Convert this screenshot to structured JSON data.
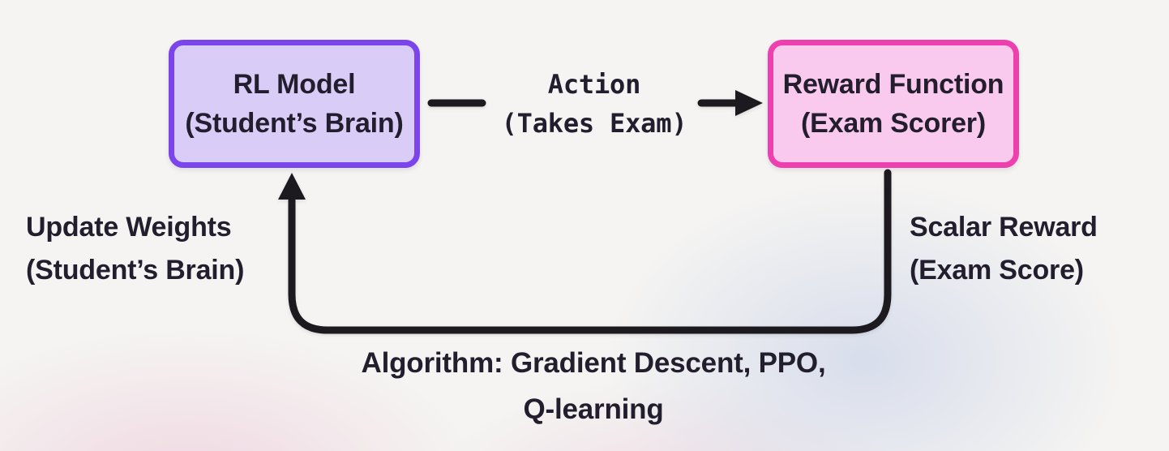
{
  "diagram": {
    "nodes": {
      "rl_model": {
        "title": "RL Model",
        "subtitle": "(Student’s Brain)"
      },
      "reward_function": {
        "title": "Reward Function",
        "subtitle": "(Exam Scorer)"
      }
    },
    "edges": {
      "action": {
        "label": "Action",
        "sublabel": "(Takes Exam)"
      },
      "scalar_reward": {
        "label": "Scalar Reward",
        "sublabel": "(Exam Score)"
      },
      "update_weights": {
        "label": "Update Weights",
        "sublabel": "(Student’s Brain)"
      },
      "algorithm": {
        "line1": "Algorithm: Gradient Descent, PPO,",
        "line2": "Q-learning"
      }
    },
    "colors": {
      "rl_model_border": "#7C45EC",
      "rl_model_fill": "#D9CCF6",
      "reward_border": "#EE3FAE",
      "reward_fill": "#FAC9EE",
      "arrow": "#1C1A1F",
      "text": "#221E2E"
    }
  }
}
